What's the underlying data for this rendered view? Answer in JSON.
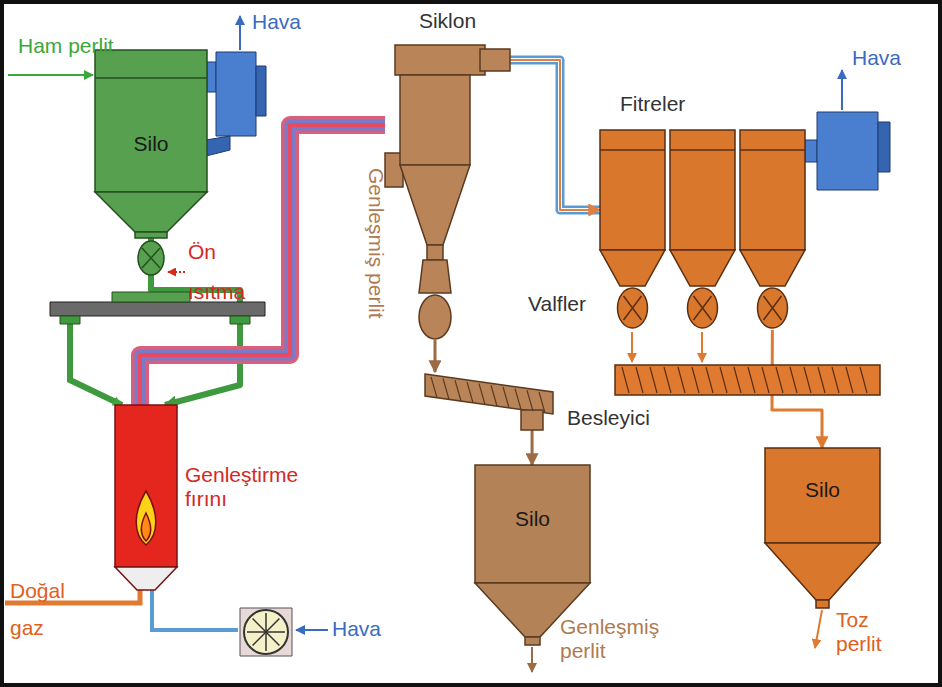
{
  "diagram": {
    "nodes": [
      {
        "text": [
          "Silo"
        ]
      },
      {
        "text": [
          "Genleştirme fırını"
        ]
      },
      {
        "text": [
          "Siklon"
        ]
      },
      {
        "text": [
          "Fitreler"
        ]
      },
      {
        "text": [
          "Besleyici"
        ]
      },
      {
        "text": [
          "Silo"
        ]
      },
      {
        "text": [
          "Silo"
        ]
      }
    ],
    "edges": [
      {
        "from": 0,
        "to": 1,
        "arrow": "to"
      },
      {
        "from": 1,
        "to": 2,
        "arrow": "none"
      },
      {
        "from": 2,
        "to": 3,
        "arrow": "to"
      },
      {
        "from": 2,
        "to": 4,
        "arrow": "to"
      },
      {
        "from": 4,
        "to": 5,
        "arrow": "to"
      },
      {
        "from": 3,
        "to": 6,
        "arrow": "to"
      }
    ],
    "labels": [
      "Ham perlit",
      "Hava",
      "Ön ısıtma",
      "Doğal gaz",
      "Hava",
      "Genleşmiş perlit",
      "Hava",
      "Valfler",
      "Genleşmiş perlit",
      "Toz perlit"
    ]
  }
}
